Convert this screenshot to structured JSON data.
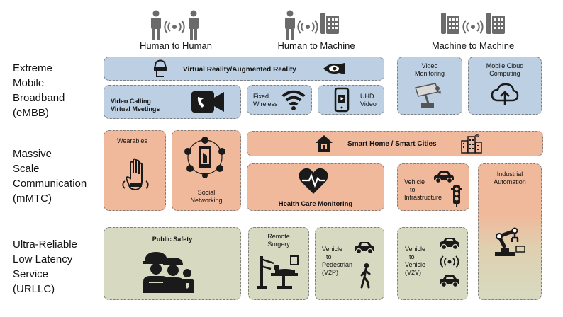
{
  "headers": {
    "h2h": "Human to Human",
    "h2m": "Human to Machine",
    "m2m": "Machine to Machine"
  },
  "rows": {
    "embb": [
      "Extreme",
      "Mobile",
      "Broadband",
      "(eMBB)"
    ],
    "mmtc": [
      "Massive",
      "Scale",
      "Communication",
      "(mMTC)"
    ],
    "urllc": [
      "Ultra-Reliable",
      "Low Latency",
      "Service",
      "(URLLC)"
    ]
  },
  "cells": {
    "vr": "Virtual Reality/Augmented Reality",
    "video_calling": [
      "Video Calling",
      "Virtual Meetings"
    ],
    "fixed_wireless": [
      "Fixed",
      "Wireless"
    ],
    "uhd_video": [
      "UHD",
      "Video"
    ],
    "video_monitoring": [
      "Video",
      "Monitoring"
    ],
    "mobile_cloud": [
      "Mobile Cloud",
      "Computing"
    ],
    "wearables": "Wearables",
    "social_networking": [
      "Social",
      "Networking"
    ],
    "smart_home": "Smart Home / Smart Cities",
    "health_care": "Health Care Monitoring",
    "v2i": [
      "Vehicle",
      "to",
      "Infrastructure"
    ],
    "industrial": [
      "Industrial",
      "Automation"
    ],
    "public_safety": "Public Safety",
    "remote_surgery": [
      "Remote",
      "Surgery"
    ],
    "v2p": [
      "Vehicle",
      "to",
      "Pedestrian",
      "(V2P)"
    ],
    "v2v": [
      "Vehicle",
      "to",
      "Vehicle",
      "(V2V)"
    ]
  },
  "colors": {
    "embb": "#bccfe3",
    "mmtc": "#f0b99c",
    "urllc": "#d7dac1",
    "border": "#7f7f7f",
    "icon": "#1a1a1a",
    "header_icon": "#6b6b6b"
  },
  "icons": [
    "person-icon",
    "wireless-signal-icon",
    "phone-machine-icon",
    "vr-headset-icon",
    "ar-eye-icon",
    "video-call-icon",
    "wifi-icon",
    "smartphone-video-icon",
    "security-camera-icon",
    "cloud-upload-icon",
    "wearable-hand-icon",
    "social-network-icon",
    "smart-home-icon",
    "smart-city-icon",
    "heart-pulse-icon",
    "car-icon",
    "traffic-light-icon",
    "robot-arm-icon",
    "first-responders-icon",
    "surgery-icon",
    "pedestrian-icon"
  ]
}
